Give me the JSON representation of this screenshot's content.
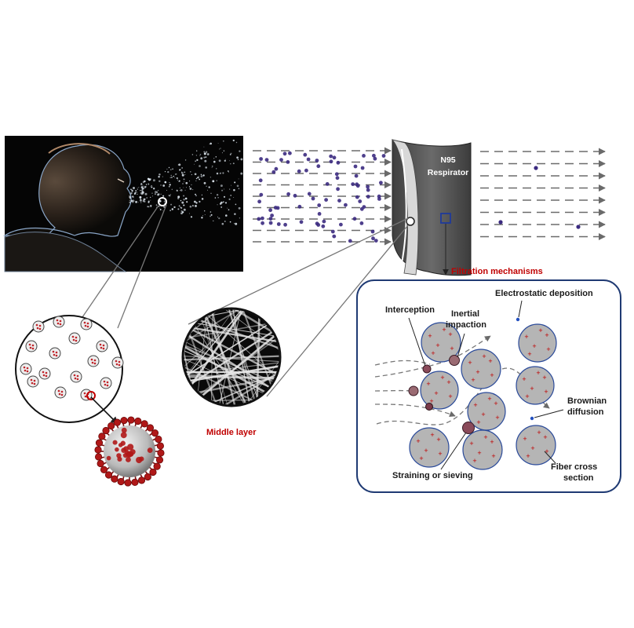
{
  "respirator": {
    "line1": "N95",
    "line2": "Respirator"
  },
  "labels": {
    "middle_layer": "Middle layer",
    "filtration_mechanisms": "Filtration mechanisms"
  },
  "mechanisms": {
    "interception": "Interception",
    "inertial_1": "Inertial",
    "inertial_2": "impaction",
    "electrostatic": "Electrostatic deposition",
    "brownian_1": "Brownian",
    "brownian_2": "diffusion",
    "fiber_1": "Fiber cross",
    "fiber_2": "section",
    "straining": "Straining or sieving"
  },
  "fiber_charge_symbol": "+",
  "colors": {
    "panel_border": "#1f3a73",
    "label_red": "#c00000",
    "fiber_fill": "#b5b5b5",
    "particle": "#3b2a80",
    "virus_red": "#b01818",
    "respirator": "#555555"
  }
}
